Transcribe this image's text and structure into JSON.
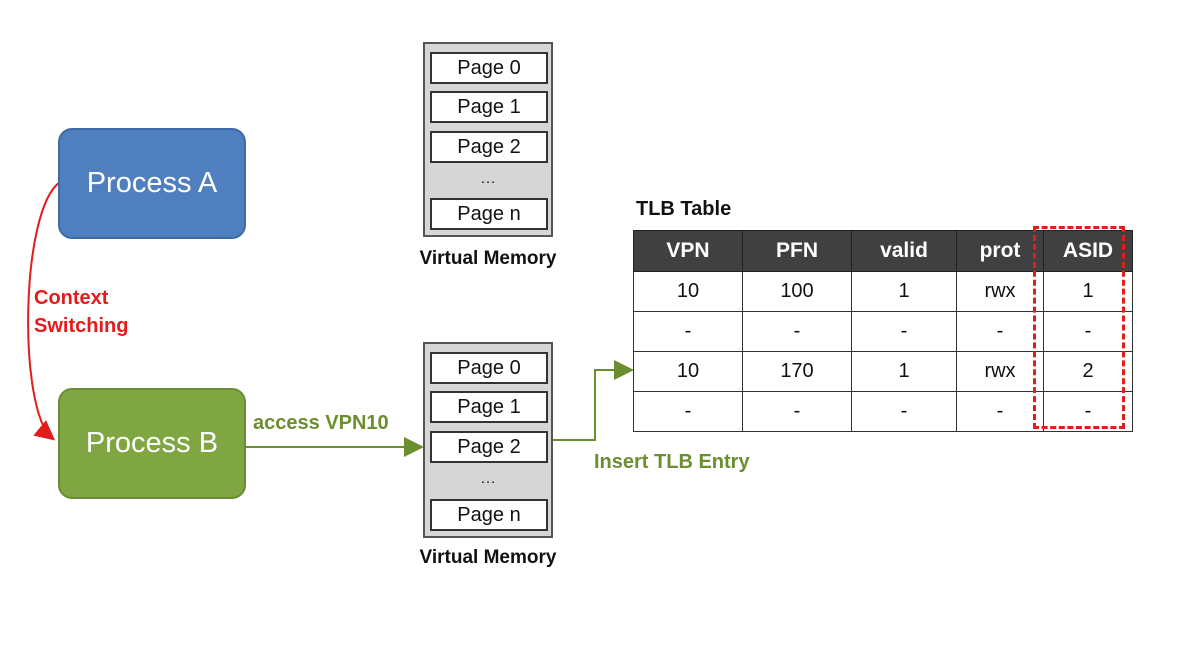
{
  "processes": {
    "a_label": "Process A",
    "b_label": "Process B"
  },
  "context_switch": {
    "line1": "Context",
    "line2": "Switching"
  },
  "access_label": "access VPN10",
  "insert_label": "Insert TLB Entry",
  "virtual_memory": {
    "label": "Virtual Memory",
    "pages": [
      "Page 0",
      "Page 1",
      "Page 2",
      "Page n"
    ],
    "ellipsis": "…"
  },
  "tlb": {
    "title": "TLB Table",
    "headers": [
      "VPN",
      "PFN",
      "valid",
      "prot",
      "ASID"
    ],
    "rows": [
      [
        "10",
        "100",
        "1",
        "rwx",
        "1"
      ],
      [
        "-",
        "-",
        "-",
        "-",
        "-"
      ],
      [
        "10",
        "170",
        "1",
        "rwx",
        "2"
      ],
      [
        "-",
        "-",
        "-",
        "-",
        "-"
      ]
    ]
  },
  "colors": {
    "process_a": "#4f7fbf",
    "process_b": "#7fa642",
    "highlight": "#e31b1b",
    "arrow_green": "#6b8e2f"
  }
}
